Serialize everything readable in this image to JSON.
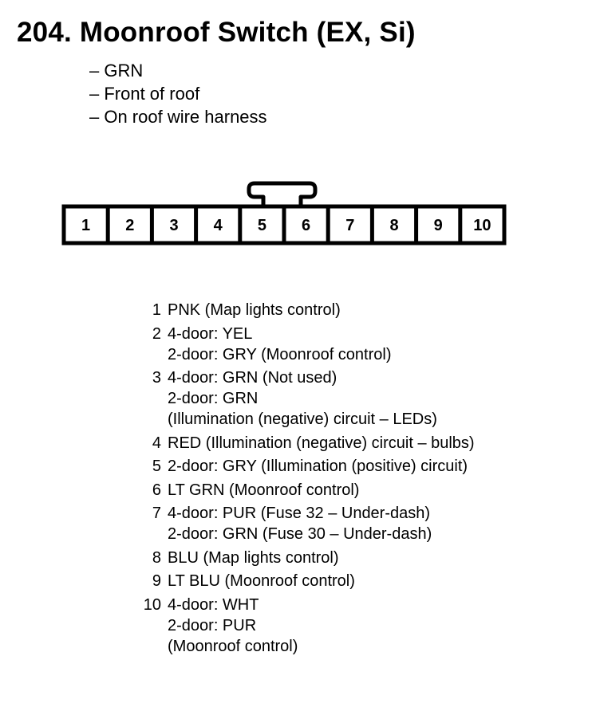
{
  "title": "204. Moonroof Switch (EX, Si)",
  "info": [
    "– GRN",
    "– Front of roof",
    "– On roof wire harness"
  ],
  "connector": {
    "cells": [
      "1",
      "2",
      "3",
      "4",
      "5",
      "6",
      "7",
      "8",
      "9",
      "10"
    ]
  },
  "pins": [
    {
      "num": "1",
      "lines": [
        "PNK (Map lights control)"
      ]
    },
    {
      "num": "2",
      "lines": [
        "4-door: YEL",
        "2-door: GRY (Moonroof control)"
      ]
    },
    {
      "num": "3",
      "lines": [
        "4-door: GRN (Not used)",
        "2-door: GRN",
        "(Illumination (negative) circuit – LEDs)"
      ]
    },
    {
      "num": "4",
      "lines": [
        "RED (Illumination (negative) circuit – bulbs)"
      ]
    },
    {
      "num": "5",
      "lines": [
        "2-door: GRY (Illumination (positive) circuit)"
      ]
    },
    {
      "num": "6",
      "lines": [
        "LT GRN (Moonroof control)"
      ]
    },
    {
      "num": "7",
      "lines": [
        "4-door: PUR (Fuse 32 – Under-dash)",
        "2-door: GRN (Fuse 30 – Under-dash)"
      ]
    },
    {
      "num": "8",
      "lines": [
        "BLU (Map lights control)"
      ]
    },
    {
      "num": "9",
      "lines": [
        "LT BLU (Moonroof control)"
      ]
    },
    {
      "num": "10",
      "lines": [
        "4-door: WHT",
        "2-door: PUR",
        "(Moonroof control)"
      ]
    }
  ]
}
